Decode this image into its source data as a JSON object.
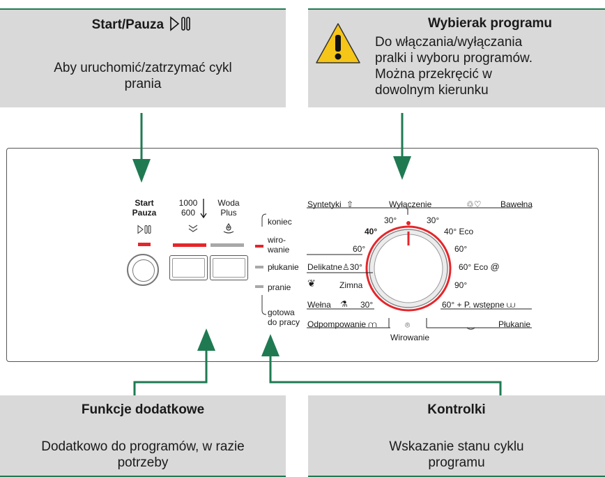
{
  "callouts": {
    "start": {
      "title": "Start/Pauza",
      "desc_line1": "Aby uruchomić/zatrzymać cykl",
      "desc_line2": "prania"
    },
    "selector": {
      "title": "Wybierak programu",
      "desc_lines": [
        "Do włączania/wyłączania",
        "pralki i wyboru programów.",
        "Można przekręcić w",
        "dowolnym kierunku"
      ]
    },
    "functions": {
      "title": "Funkcje dodatkowe",
      "desc_line1": "Dodatkowo do programów, w razie",
      "desc_line2": "potrzeby"
    },
    "indicators": {
      "title": "Kontrolki",
      "desc_line1": "Wskazanie stanu cyklu",
      "desc_line2": "programu"
    }
  },
  "buttons": {
    "start_line1": "Start",
    "start_line2": "Pauza",
    "spin_line1": "1000",
    "spin_line2": "600",
    "water_line1": "Woda",
    "water_line2": "Plus"
  },
  "indicators": {
    "koniec": "koniec",
    "wirowanie_1": "wiro-",
    "wirowanie_2": "wanie",
    "plukanie": "płukanie",
    "pranie": "pranie",
    "gotowa_1": "gotowa",
    "gotowa_2": "do pracy"
  },
  "programs": {
    "syntetyki": "Syntetyki",
    "wylaczenie": "Wyłączenie",
    "bawelna": "Bawełna",
    "s30": "30°",
    "b30": "30°",
    "s40": "40°",
    "b40eco": "40° Eco",
    "s60": "60°",
    "b60": "60°",
    "delikatne": "Delikatne",
    "d30": "30°",
    "b60eco": "60° Eco",
    "zimna": "Zimna",
    "b90": "90°",
    "welna": "Wełna",
    "w30": "30°",
    "prewash": "60° + P. wstępne",
    "odpompowanie": "Odpompowanie",
    "plukanie": "Płukanie",
    "wirowanie": "Wirowanie"
  },
  "colors": {
    "accent_green": "#1f7a52",
    "indicator_red": "#e3262b",
    "indicator_grey": "#a8a8a8",
    "callout_grey": "#d9d9d9",
    "warning_yellow": "#f5c518"
  }
}
